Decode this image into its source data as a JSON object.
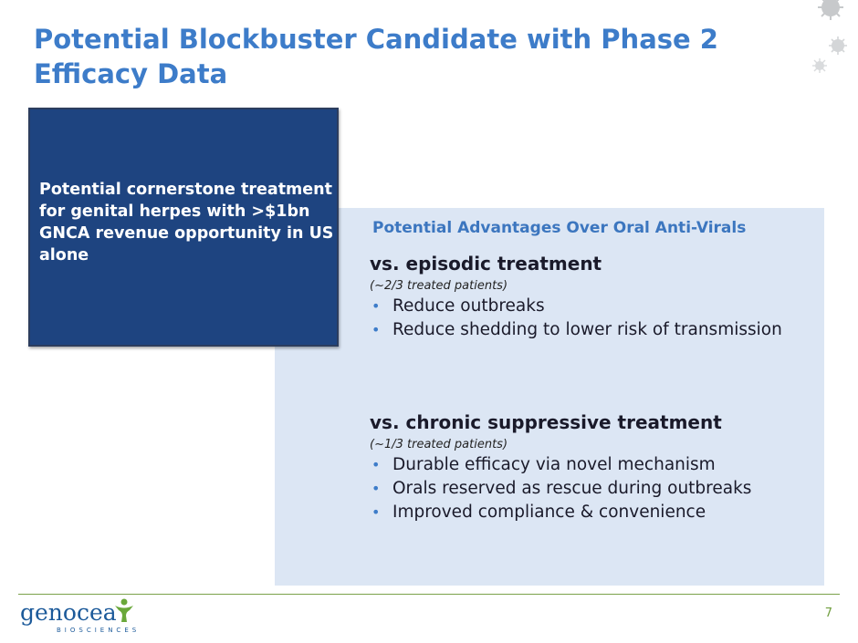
{
  "slide": {
    "title": "Potential Blockbuster Candidate with Phase 2 Efficacy Data",
    "callout": "Potential cornerstone treatment for genital herpes with >$1bn GNCA revenue opportunity in US alone",
    "panel": {
      "heading": "Potential Advantages Over Oral Anti-Virals",
      "groups": [
        {
          "title": "vs. episodic treatment",
          "subtitle": "(~2/3 treated patients)",
          "bullets": [
            "Reduce outbreaks",
            "Reduce shedding to lower risk of transmission"
          ]
        },
        {
          "title": "vs. chronic suppressive treatment",
          "subtitle": "(~1/3 treated patients)",
          "bullets": [
            "Durable efficacy via novel mechanism",
            "Orals reserved as rescue during outbreaks",
            "Improved compliance & convenience"
          ]
        }
      ]
    },
    "page_number": "7"
  },
  "logo": {
    "wordmark": "genocea",
    "subtext": "BIOSCIENCES"
  },
  "colors": {
    "title": "#3d7cc9",
    "callout_bg": "#1e4480",
    "panel_bg": "#dce6f4",
    "accent_green": "#7aa24a",
    "logo_blue": "#1c5a9a"
  },
  "icons": [
    "virus-decoration-icon",
    "logo-figure-icon",
    "bullet-icon"
  ]
}
